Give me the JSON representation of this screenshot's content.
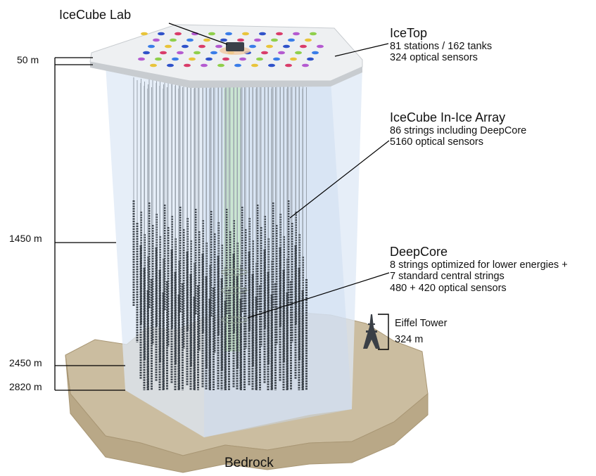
{
  "lab": {
    "title": "IceCube Lab"
  },
  "icetop": {
    "title": "IceTop",
    "lines": [
      "81 stations / 162 tanks",
      "324 optical sensors"
    ]
  },
  "inice": {
    "title": "IceCube In-Ice Array",
    "lines": [
      "86 strings including DeepCore",
      "5160 optical sensors"
    ]
  },
  "deepcore": {
    "title": "DeepCore",
    "lines": [
      "8 strings optimized for lower energies +",
      "7 standard central strings",
      "480 + 420 optical sensors"
    ]
  },
  "eiffel": {
    "title": "Eiffel Tower",
    "height": "324 m"
  },
  "depths": [
    "50 m",
    "1450 m",
    "2450 m",
    "2820 m"
  ],
  "bedrock": "Bedrock",
  "colors": {
    "ice": "#dde8f5",
    "rock_top": "#cbbda0",
    "rock_side": "#b9a887",
    "string": "#9aa3ad",
    "dom": "#3d444c",
    "deepcore_glow": "#b8e6a8",
    "icetop_dots": [
      "#e8c43a",
      "#2f52c9",
      "#d93c6a",
      "#b45ad0",
      "#8fcf4b",
      "#3a7de8"
    ]
  }
}
